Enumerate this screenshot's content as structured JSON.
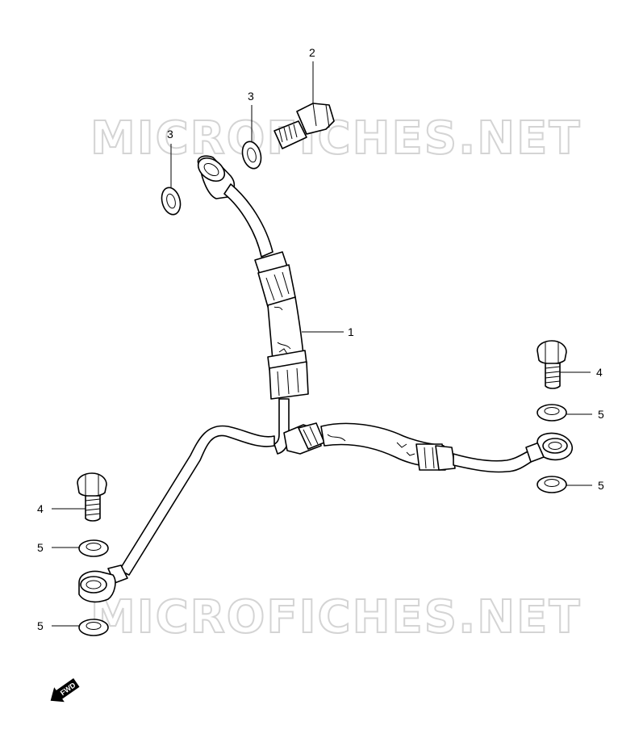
{
  "watermark": {
    "text_top": "MICROFICHES.NET",
    "text_bottom": "MICROFICHES.NET",
    "color": "#d4d4d4"
  },
  "callouts": {
    "part_1": "1",
    "part_2": "2",
    "part_3_a": "3",
    "part_3_b": "3",
    "part_4_right": "4",
    "part_4_left": "4",
    "part_5_right_upper": "5",
    "part_5_right_lower": "5",
    "part_5_left_upper": "5",
    "part_5_left_lower": "5"
  },
  "fwd_arrow": {
    "label": "FWD"
  }
}
